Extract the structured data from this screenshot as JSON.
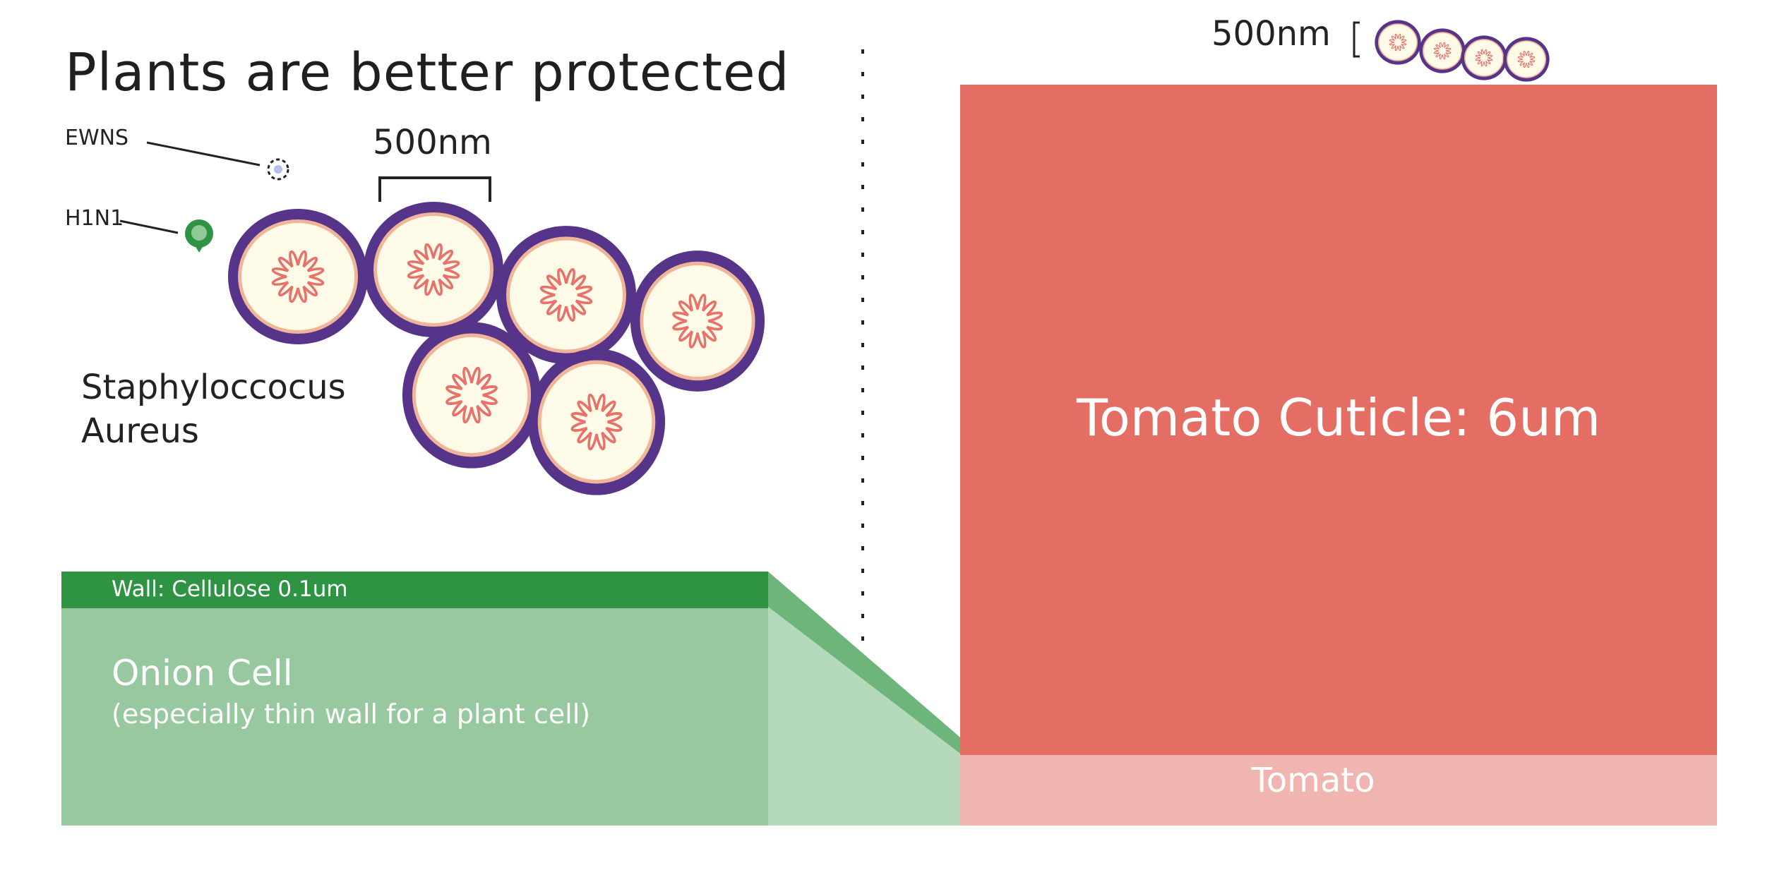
{
  "title": "Plants are better protected",
  "labels": {
    "scale_left": "500nm",
    "scale_right": "500nm",
    "ewns": "EWNS",
    "h1n1": "H1N1",
    "staph_line1": "Staphyloccocus",
    "staph_line2": "Aureus"
  },
  "onion": {
    "wall_label": "Wall: Cellulose 0.1um",
    "title": "Onion Cell",
    "subtitle": "(especially thin wall for a plant cell)"
  },
  "tomato": {
    "cuticle_label": "Tomato Cuticle: 6um",
    "cell_label": "Tomato"
  },
  "colors": {
    "wall_green": "#2e9444",
    "onion_green": "#97c89f",
    "onion_light": "#b5d9bb",
    "cuticle_red": "#e46e64",
    "tomato_pink": "#f1b5b1",
    "bacteria_outer": "#553489",
    "bacteria_inner": "#fdfbe8",
    "bacteria_ring": "#f0b598",
    "bacteria_core": "#e8716a",
    "virus_green": "#2e9444",
    "virus_core": "#8fcb96"
  },
  "icons": {
    "ewns": "dashed-circle-icon",
    "h1n1": "virus-icon",
    "bacterium": "staphylococcus-cell-icon"
  }
}
